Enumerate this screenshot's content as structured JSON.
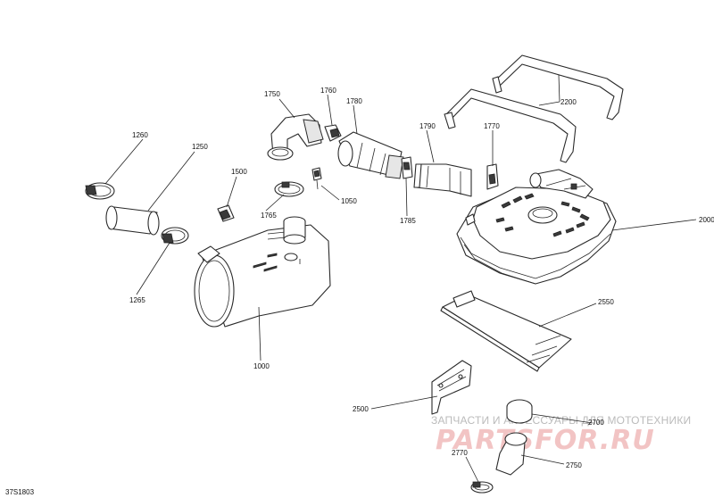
{
  "diagram_code": "37S1803",
  "callouts": {
    "p1750": "1750",
    "p1760": "1760",
    "p1780": "1780",
    "p1790": "1790",
    "p1770": "1770",
    "p2200": "2200",
    "p1260": "1260",
    "p1250": "1250",
    "p1500": "1500",
    "p1050": "1050",
    "p1765": "1765",
    "p1785": "1785",
    "p2000": "2000",
    "p1265": "1265",
    "p2550": "2550",
    "p1000": "1000",
    "p2500": "2500",
    "p2700": "2700",
    "p2770": "2770",
    "p2750": "2750"
  },
  "watermark": {
    "tagline": "ЗАПЧАСТИ И АКСЕССУАРЫ ДЛЯ МОТОТЕХНИКИ",
    "logo": "PARTSFOR.RU"
  }
}
